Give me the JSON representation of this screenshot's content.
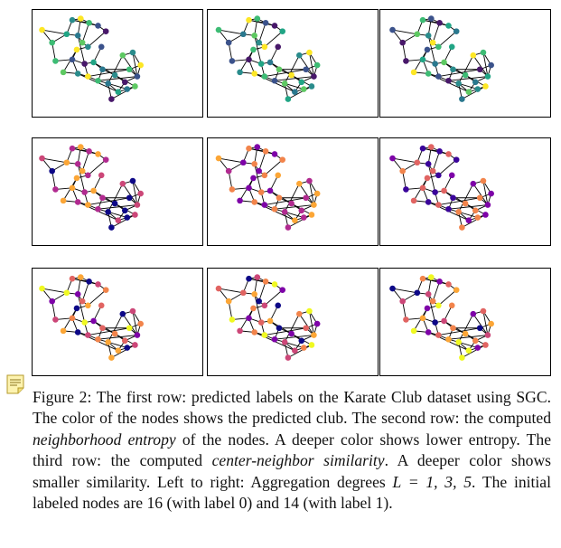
{
  "caption": {
    "label": "Figure 2:",
    "text_1": "The first row: predicted labels on the Karate Club dataset using SGC. The color of the nodes shows the predicted club. The second row: the computed",
    "em_1": "neighborhood entropy",
    "text_2": "of the nodes. A deeper color shows lower entropy. The third row: the computed",
    "em_2": "center-neighbor similarity",
    "text_3": ". A deeper color shows smaller similarity. Left to right: Aggregation degrees",
    "math": "L = 1, 3, 5",
    "text_4": ". The initial labeled nodes are 16 (with label 0) and 14 (with label 1)."
  },
  "icons": {
    "note": "sticky-note-icon"
  },
  "colors": {
    "row1": [
      "#5ec962",
      "#3dbc74",
      "#21a585",
      "#2a8c8c",
      "#3b528b",
      "#2a788e",
      "#fde725",
      "#48186a"
    ],
    "row2": [
      "#0d0887",
      "#3a049a",
      "#7e03a8",
      "#b12a90",
      "#cc4778",
      "#e16462",
      "#f2844b",
      "#fca636"
    ],
    "row3": [
      "#f0f921",
      "#fca636",
      "#f2844b",
      "#e16462",
      "#cc4778",
      "#7e03a8",
      "#0d0887"
    ]
  },
  "graphs": [
    {
      "row": 1,
      "col": 1
    },
    {
      "row": 1,
      "col": 2
    },
    {
      "row": 1,
      "col": 3
    },
    {
      "row": 2,
      "col": 1
    },
    {
      "row": 2,
      "col": 2
    },
    {
      "row": 2,
      "col": 3
    },
    {
      "row": 3,
      "col": 1
    },
    {
      "row": 3,
      "col": 2
    },
    {
      "row": 3,
      "col": 3
    }
  ]
}
